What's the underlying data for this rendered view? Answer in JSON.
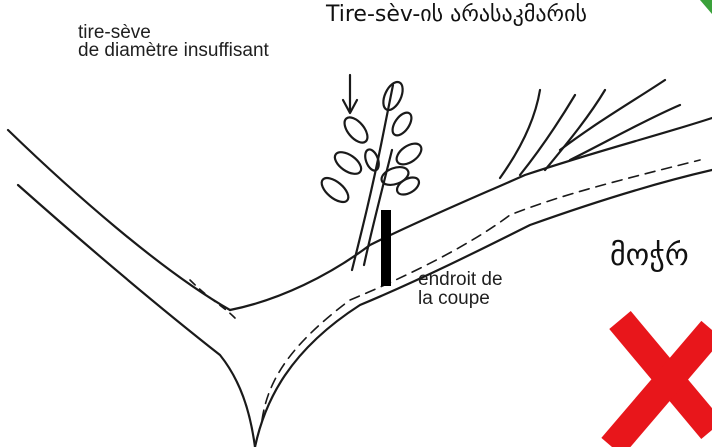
{
  "labels": {
    "sapdrawer_line1": "tire-sève",
    "sapdrawer_line2": "de diamètre insuffisant",
    "cut_line1": "endroit de",
    "cut_line2": "la coupe"
  },
  "overlays": {
    "top_caption": "Tire-sèv-ის არასაკმარის",
    "right_caption": "მოჭრ"
  },
  "colors": {
    "ink": "#1a1a1a",
    "cut_marker": "#000000",
    "wrong_mark": "#e8161b",
    "leaf_accent": "#3aa13a"
  },
  "icons": {
    "wrong_mark": "x-mark-icon",
    "arrow": "down-arrow-icon"
  }
}
